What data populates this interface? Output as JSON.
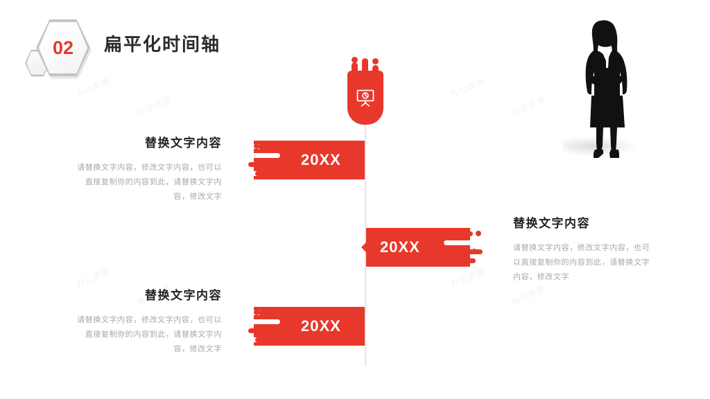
{
  "slide": {
    "background_color": "#ffffff",
    "accent_color": "#e8382b",
    "spine_color": "#e6e6e6"
  },
  "header": {
    "section_number": "02",
    "title": "扁平化时间轴"
  },
  "marker": {
    "icon_name": "presentation-board-icon"
  },
  "entries": [
    {
      "year": "20XX",
      "heading": "替换文字内容",
      "body": "请替换文字内容，修改文字内容，也可以直接复制你的内容到此，请替换文字内容，修改文字",
      "side": "left"
    },
    {
      "year": "20XX",
      "heading": "替换文字内容",
      "body": "请替换文字内容，修改文字内容，也可以直接复制你的内容到此，请替换文字内容，修改文字",
      "side": "right"
    },
    {
      "year": "20XX",
      "heading": "替换文字内容",
      "body": "请替换文字内容，修改文字内容，也可以直接复制你的内容到此，请替换文字内容，修改文字",
      "side": "left"
    }
  ],
  "decoration": {
    "person_name": "businesswoman-silhouette",
    "watermarks": [
      "办公资源",
      "办公资源",
      "办公资源",
      "办公资源",
      "办公资源",
      "办公资源",
      "办公资源",
      "办公资源"
    ]
  }
}
